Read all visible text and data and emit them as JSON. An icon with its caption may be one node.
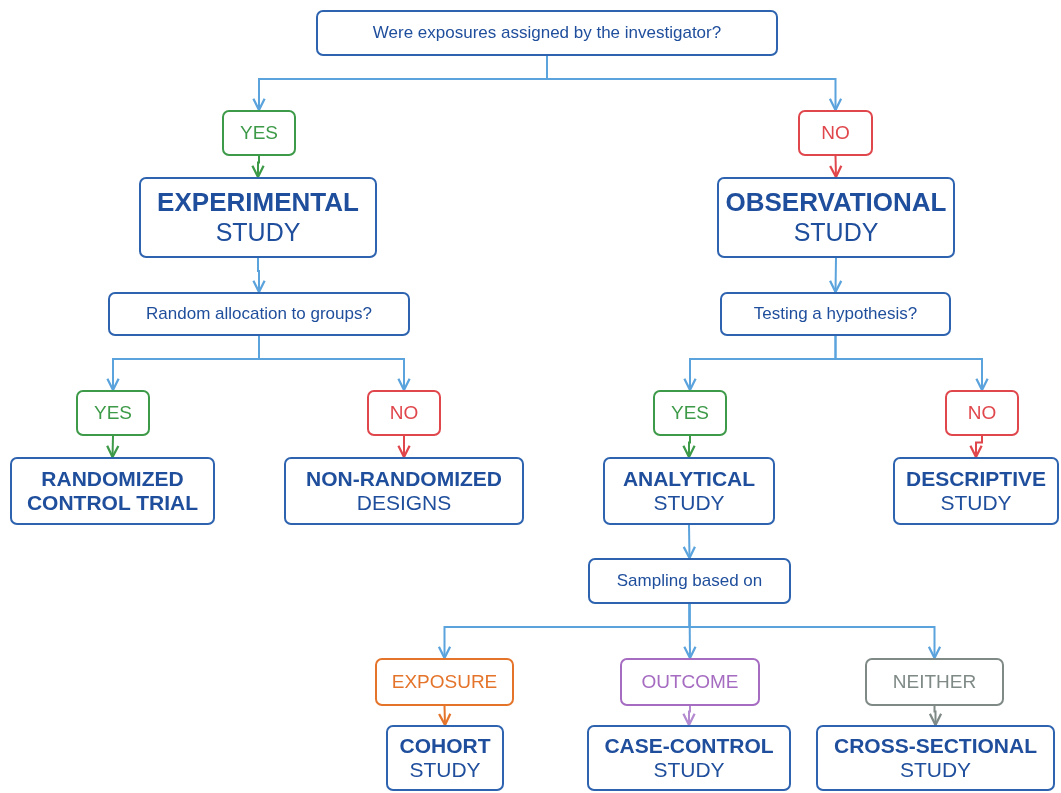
{
  "diagram": {
    "nodes": [
      {
        "text": [
          "Were exposures assigned by the investigator?"
        ]
      },
      {
        "text": [
          "YES"
        ]
      },
      {
        "text": [
          "NO"
        ]
      },
      {
        "text": [
          "EXPERIMENTAL",
          "STUDY"
        ]
      },
      {
        "text": [
          "OBSERVATIONAL",
          "STUDY"
        ]
      },
      {
        "text": [
          "Random allocation to groups?"
        ]
      },
      {
        "text": [
          "Testing a hypothesis?"
        ]
      },
      {
        "text": [
          "YES"
        ]
      },
      {
        "text": [
          "NO"
        ]
      },
      {
        "text": [
          "YES"
        ]
      },
      {
        "text": [
          "NO"
        ]
      },
      {
        "text": [
          "RANDOMIZED CONTROL TRIAL"
        ]
      },
      {
        "text": [
          "NON-RANDOMIZED",
          "DESIGNS"
        ]
      },
      {
        "text": [
          "ANALYTICAL",
          "STUDY"
        ]
      },
      {
        "text": [
          "DESCRIPTIVE",
          "STUDY"
        ]
      },
      {
        "text": [
          "Sampling based on"
        ]
      },
      {
        "text": [
          "EXPOSURE"
        ]
      },
      {
        "text": [
          "OUTCOME"
        ]
      },
      {
        "text": [
          "NEITHER"
        ]
      },
      {
        "text": [
          "COHORT",
          "STUDY"
        ]
      },
      {
        "text": [
          "CASE-CONTROL",
          "STUDY"
        ]
      },
      {
        "text": [
          "CROSS-SECTIONAL",
          "STUDY"
        ]
      }
    ],
    "edges": [
      {
        "from": 0,
        "to": 1,
        "arrow": "to"
      },
      {
        "from": 0,
        "to": 2,
        "arrow": "to"
      },
      {
        "from": 1,
        "to": 3,
        "arrow": "to",
        "color": "#3d9a48"
      },
      {
        "from": 2,
        "to": 4,
        "arrow": "to",
        "color": "#e0474c"
      },
      {
        "from": 3,
        "to": 5,
        "arrow": "to"
      },
      {
        "from": 4,
        "to": 6,
        "arrow": "to"
      },
      {
        "from": 5,
        "to": 7,
        "arrow": "to"
      },
      {
        "from": 5,
        "to": 8,
        "arrow": "to"
      },
      {
        "from": 6,
        "to": 9,
        "arrow": "to"
      },
      {
        "from": 6,
        "to": 10,
        "arrow": "to"
      },
      {
        "from": 7,
        "to": 11,
        "arrow": "to",
        "color": "#3d9a48"
      },
      {
        "from": 8,
        "to": 12,
        "arrow": "to",
        "color": "#e0474c"
      },
      {
        "from": 9,
        "to": 13,
        "arrow": "to",
        "color": "#3d9a48"
      },
      {
        "from": 10,
        "to": 14,
        "arrow": "to",
        "color": "#e0474c"
      },
      {
        "from": 13,
        "to": 15,
        "arrow": "to"
      },
      {
        "from": 15,
        "to": 16,
        "arrow": "to"
      },
      {
        "from": 15,
        "to": 17,
        "arrow": "to"
      },
      {
        "from": 15,
        "to": 18,
        "arrow": "to"
      },
      {
        "from": 16,
        "to": 19,
        "arrow": "to",
        "color": "#e5742b"
      },
      {
        "from": 17,
        "to": 20,
        "arrow": "to",
        "color": "#b48ad0"
      },
      {
        "from": 18,
        "to": 21,
        "arrow": "to",
        "color": "#7f8a87"
      }
    ]
  }
}
